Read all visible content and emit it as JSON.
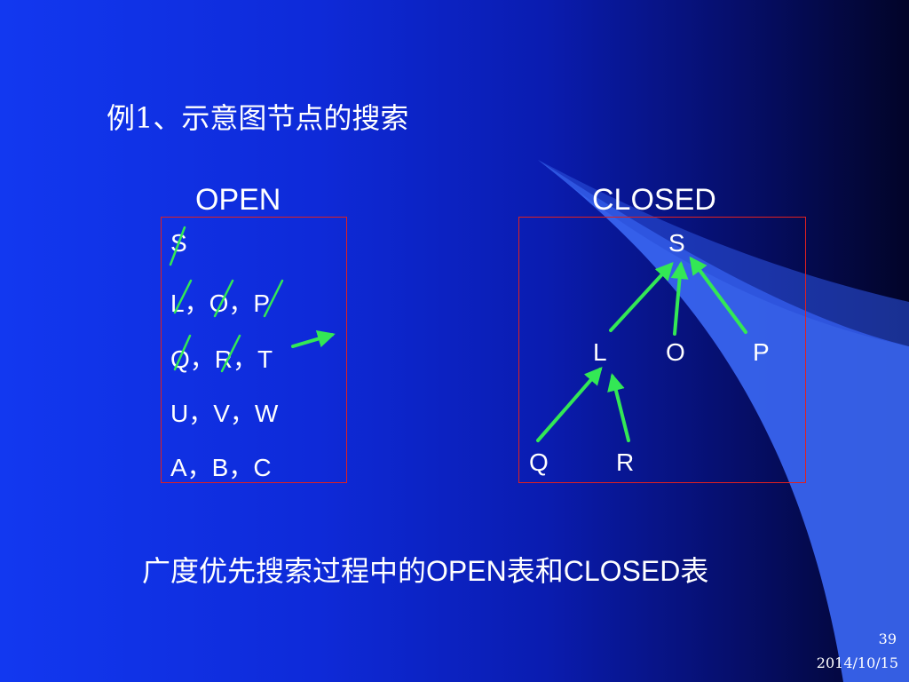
{
  "title": "例1、示意图节点的搜索",
  "open_header": "OPEN",
  "closed_header": "CLOSED",
  "open_rows": [
    "S",
    "L，O，P",
    "Q，R，T",
    "U，V，W",
    "A，B，C"
  ],
  "closed_nodes": {
    "s": "S",
    "l": "L",
    "o": "O",
    "p": "P",
    "q": "Q",
    "r": "R"
  },
  "caption": {
    "p1": "广度优先搜索过程中的",
    "p2": "OPEN",
    "p3": "表和",
    "p4": "CLOSED",
    "p5": "表"
  },
  "page_number": "39",
  "date": "2014/10/15",
  "colors": {
    "arrow": "#33e855",
    "box_border": "#e02020",
    "decor": "#3a66f2"
  }
}
